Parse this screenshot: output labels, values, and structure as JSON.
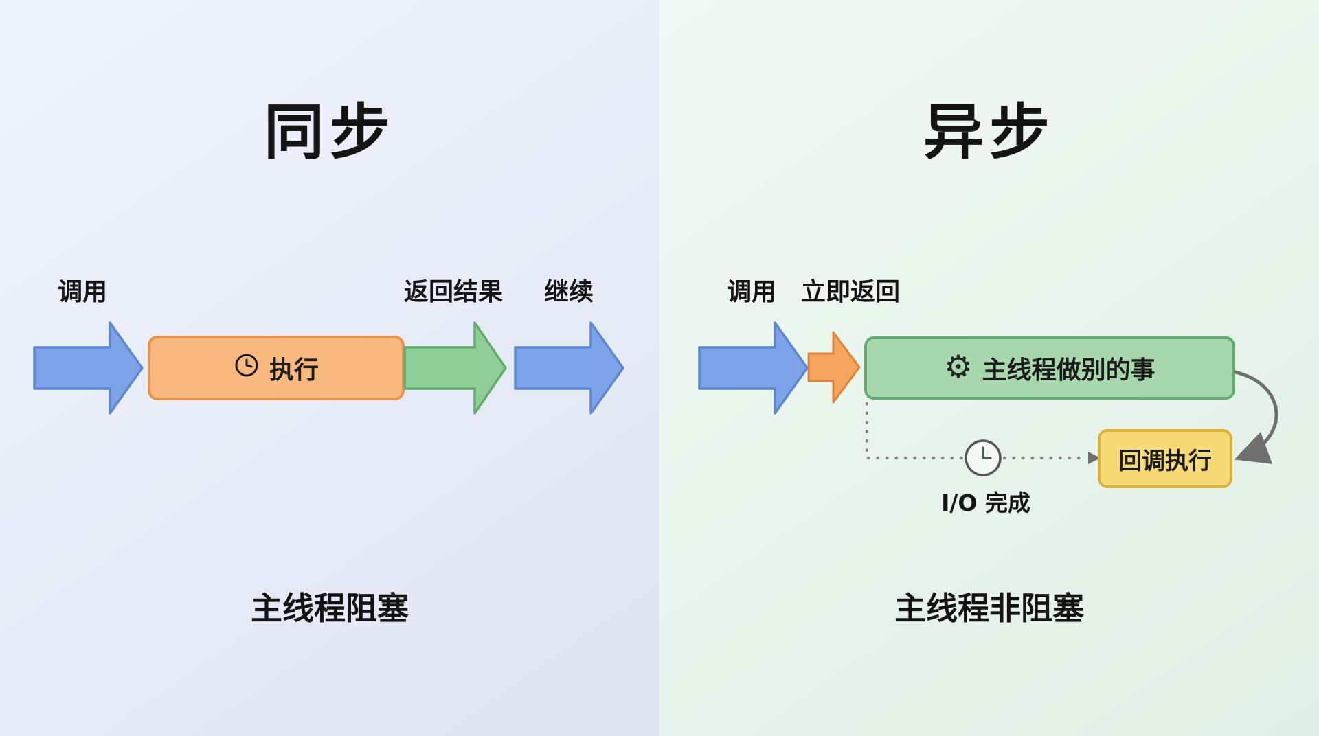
{
  "left_panel": {
    "title": "同步",
    "flow_labels": {
      "call": "调用",
      "return_result": "返回结果",
      "continue": "继续"
    },
    "execute_box": {
      "label": "执行"
    },
    "bottom_label": "主线程阻塞"
  },
  "right_panel": {
    "title": "异步",
    "flow_labels": {
      "call": "调用",
      "immediate_return": "立即返回"
    },
    "main_thread_box": {
      "label": "主线程做别的事"
    },
    "callback_box": {
      "label": "回调执行"
    },
    "io_done_label": "I/O 完成",
    "bottom_label": "主线程非阻塞"
  },
  "icons": {
    "gear_glyph": "⚙"
  },
  "colors": {
    "left_bg": "#e9edf8",
    "right_bg": "#e9f4ec",
    "blue_arrow_fill": "#7da3e8",
    "blue_arrow_border": "#5d87cf",
    "green_arrow_fill": "#8fce97",
    "green_arrow_border": "#63ab6e",
    "orange_arrow_fill": "#f5a55e",
    "orange_arrow_border": "#e0823a",
    "exec_box_fill": "#f8b87e",
    "exec_box_border": "#e8944d",
    "main_box_fill": "#a7d8ad",
    "main_box_border": "#63ab6e",
    "callback_box_fill": "#f7da74",
    "callback_box_border": "#ddb23e",
    "connector_gray": "#6f6f6f",
    "text": "#161616"
  }
}
